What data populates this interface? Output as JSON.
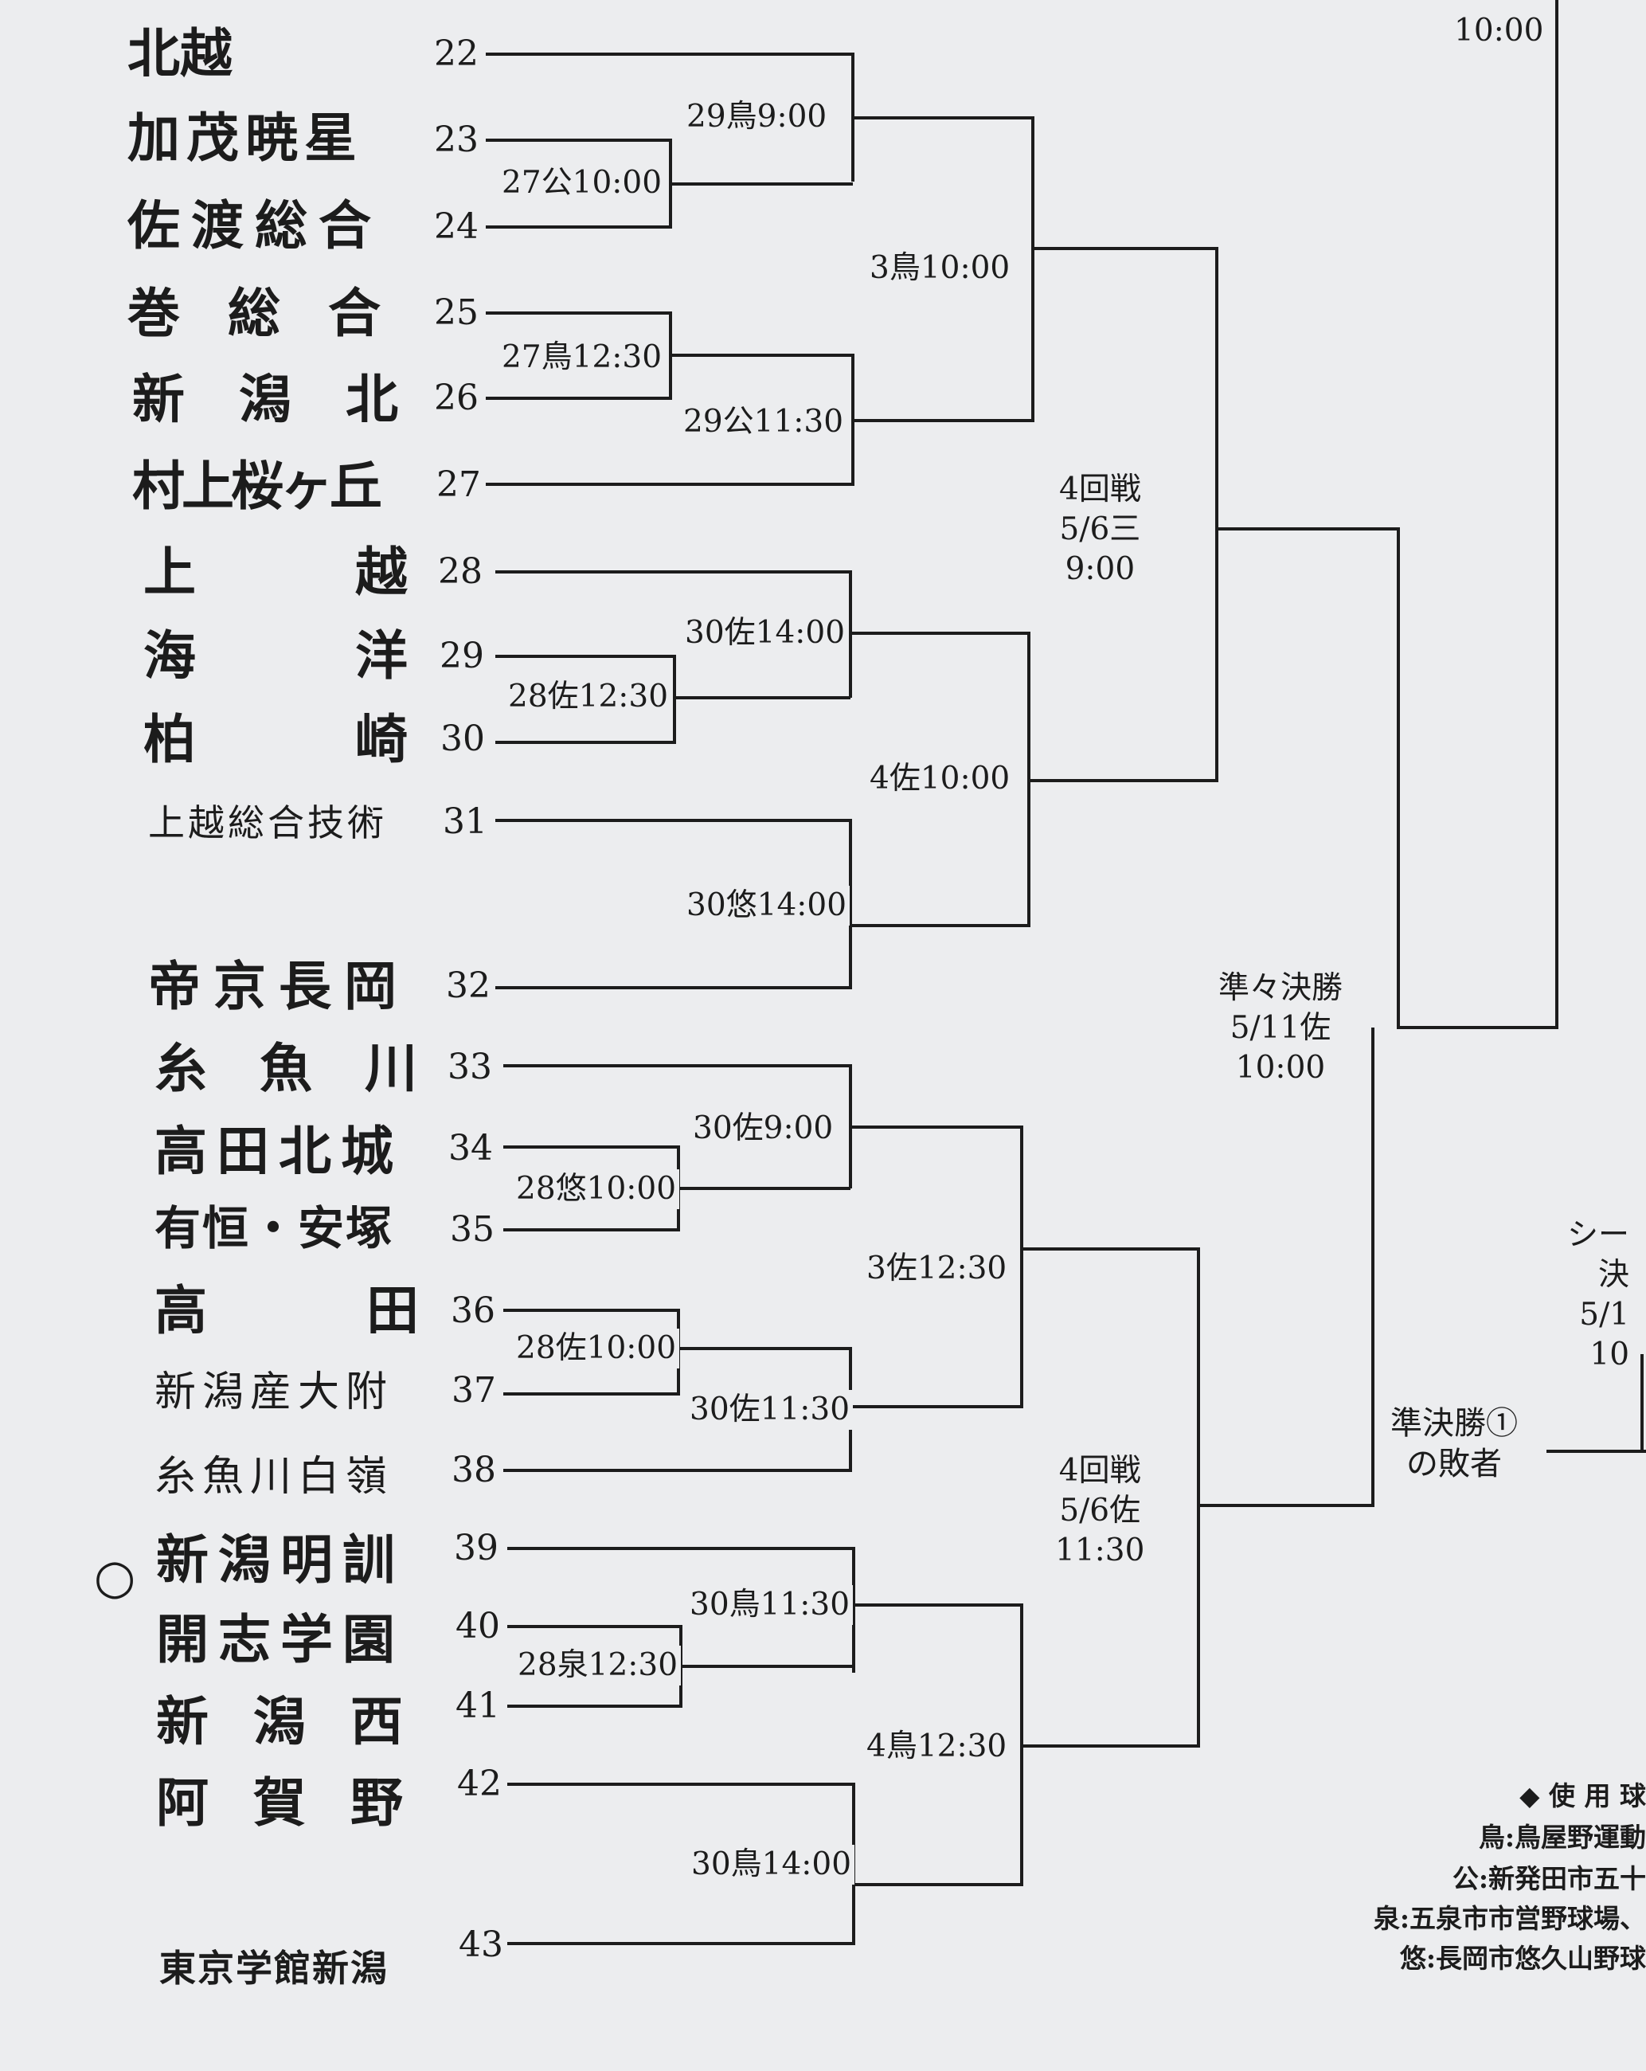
{
  "teams": [
    {
      "name": "北越",
      "seed": "22"
    },
    {
      "name": "加茂暁星",
      "seed": "23"
    },
    {
      "name": "佐渡総合",
      "seed": "24"
    },
    {
      "name": "巻総合",
      "seed": "25"
    },
    {
      "name": "新潟北",
      "seed": "26"
    },
    {
      "name": "村上桜ヶ丘",
      "seed": "27"
    },
    {
      "name": "上越",
      "seed": "28"
    },
    {
      "name": "海洋",
      "seed": "29"
    },
    {
      "name": "柏崎",
      "seed": "30"
    },
    {
      "name": "上越総合技術",
      "seed": "31"
    },
    {
      "name": "帝京長岡",
      "seed": "32"
    },
    {
      "name": "糸魚川",
      "seed": "33"
    },
    {
      "name": "高田北城",
      "seed": "34"
    },
    {
      "name": "有恒・安塚",
      "seed": "35"
    },
    {
      "name": "高田",
      "seed": "36"
    },
    {
      "name": "新潟産大附",
      "seed": "37"
    },
    {
      "name": "糸魚川白嶺",
      "seed": "38"
    },
    {
      "name": "新潟明訓",
      "seed": "39"
    },
    {
      "name": "開志学園",
      "seed": "40"
    },
    {
      "name": "新潟西",
      "seed": "41"
    },
    {
      "name": "阿賀野",
      "seed": "42"
    },
    {
      "name": "東京学館新潟",
      "seed": "43"
    }
  ],
  "marker": "○",
  "matches": {
    "m1": "27公10:00",
    "m2": "29鳥9:00",
    "m3": "27鳥12:30",
    "m4": "29公11:30",
    "m5": "3鳥10:00",
    "m6": "28佐12:30",
    "m7": "30佐14:00",
    "m8": "30悠14:00",
    "m9": "4佐10:00",
    "m10": "4回戦\n5/6三\n9:00",
    "m11": "28悠10:00",
    "m12": "30佐9:00",
    "m13": "28佐10:00",
    "m14": "30佐11:30",
    "m15": "3佐12:30",
    "m16": "28泉12:30",
    "m17": "30鳥11:30",
    "m18": "30鳥14:00",
    "m19": "4鳥12:30",
    "m20": "4回戦\n5/6佐\n11:30",
    "m21": "準々決勝\n5/11佐\n10:00",
    "top_right": "10:00",
    "sf_loser": "準決勝①\nの敗者",
    "seed_partial": "シー\n決\n5/1\n10"
  },
  "legend": {
    "title": "◆ 使 用 球",
    "lines": [
      "鳥:鳥屋野運動",
      "公:新発田市五十",
      "泉:五泉市市営野球場、",
      "悠:長岡市悠久山野球"
    ]
  }
}
